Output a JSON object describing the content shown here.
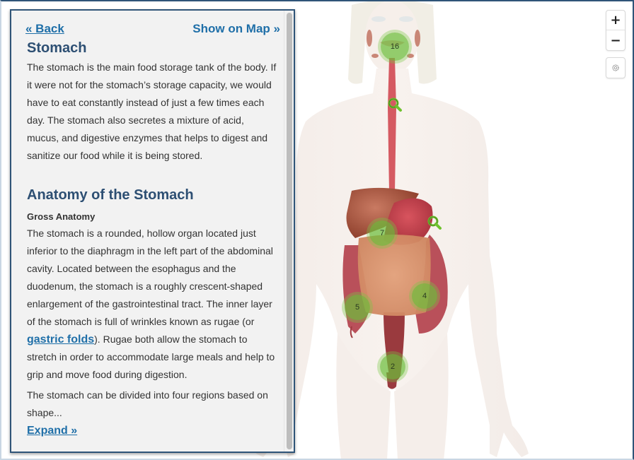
{
  "panel": {
    "back_label": "« Back",
    "show_on_map_label": "Show on Map »",
    "title": "Stomach",
    "intro": "The stomach is the main food storage tank of the body. If it were not for the stomach’s storage capacity, we would have to eat constantly instead of just a few times each day. The stomach also secretes a mixture of acid, mucus, and digestive enzymes that helps to digest and sanitize our food while it is being stored.",
    "section_title": "Anatomy of the Stomach",
    "subsection_title": "Gross Anatomy",
    "paragraph_before_link": "The stomach is a rounded, hollow organ located just inferior to the diaphragm in the left part of the abdominal cavity. Located between the esophagus and the duodenum, the stomach is a roughly crescent-shaped enlargement of the gastrointestinal tract. The inner layer of the stomach is full of wrinkles known as rugae (or ",
    "inline_link": "gastric folds",
    "paragraph_after_link": "). Rugae both allow the stomach to stretch in order to accommodate large meals and help to grip and move food during digestion.",
    "paragraph_2": "The stomach can be divided into four regions based on shape...",
    "expand_label": "Expand »"
  },
  "map": {
    "controls": {
      "zoom_in": "+",
      "zoom_out": "−",
      "reset_icon": "◎"
    },
    "hotspots": [
      {
        "label": "16",
        "region": "mouth"
      },
      {
        "label": "7",
        "region": "liver-stomach"
      },
      {
        "label": "4",
        "region": "descending-colon"
      },
      {
        "label": "5",
        "region": "ascending-colon"
      },
      {
        "label": "2",
        "region": "rectum"
      }
    ],
    "magnifiers": [
      {
        "region": "esophagus"
      },
      {
        "region": "stomach"
      }
    ]
  },
  "colors": {
    "accent_link": "#1f6fa8",
    "heading": "#2d4f73",
    "panel_border": "#2f5478",
    "panel_bg": "#f2f2f2",
    "hotspot": "#6cbe3c"
  }
}
